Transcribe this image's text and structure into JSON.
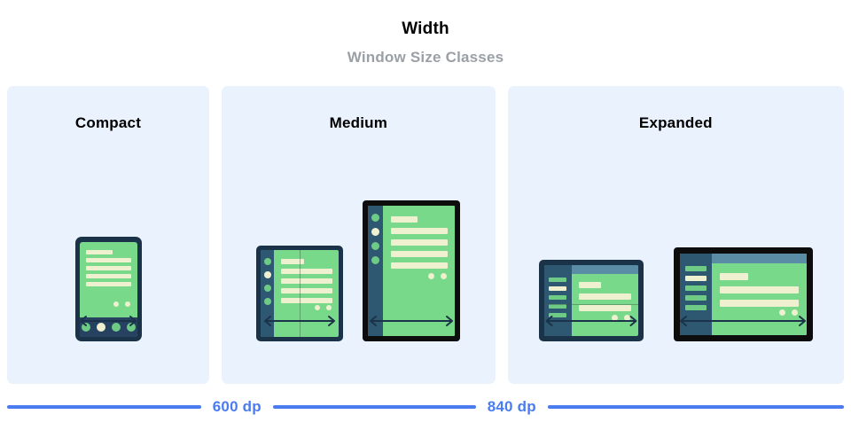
{
  "header": {
    "title": "Width",
    "subtitle": "Window Size Classes"
  },
  "panels": [
    {
      "title": "Compact"
    },
    {
      "title": "Medium"
    },
    {
      "title": "Expanded"
    }
  ],
  "scale": {
    "breakpoints": [
      {
        "label": "600 dp"
      },
      {
        "label": "840 dp"
      }
    ]
  },
  "colors": {
    "panel_background": "#eaf2fd",
    "device_bezel_navy": "#1b3348",
    "device_bezel_black": "#0d0d0d",
    "screen_green": "#78d98a",
    "content_cream": "#eef0d0",
    "nav_slate": "#2e5871",
    "appbar_blue": "#5a8ca6",
    "accent_blue": "#4a7cf0",
    "subtitle_gray": "#9aa0a6"
  },
  "icons": {
    "resize_arrow": "double-headed-horizontal-arrow"
  }
}
